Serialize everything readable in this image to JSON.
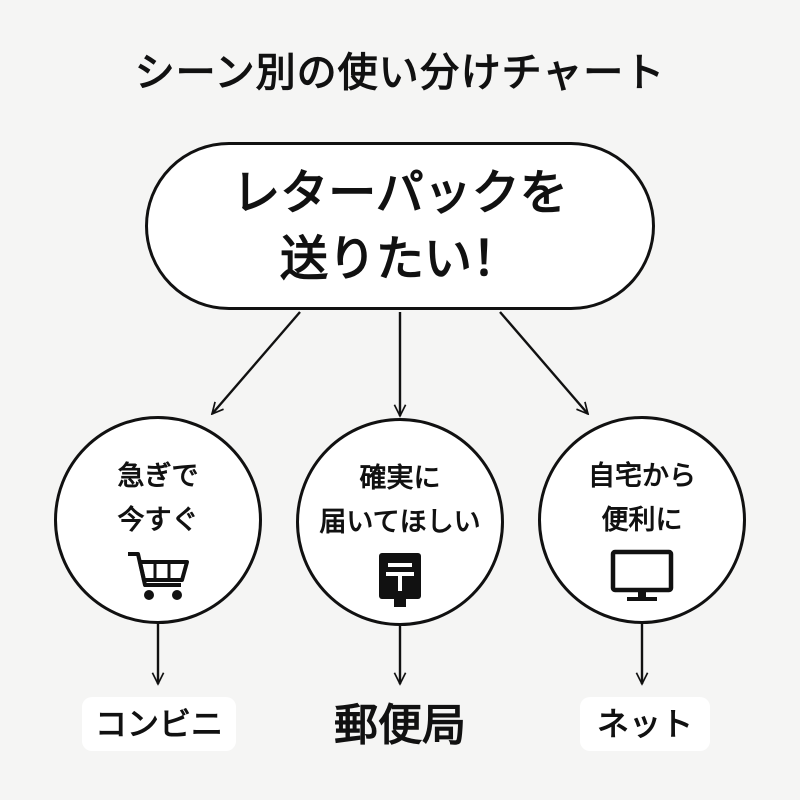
{
  "title": "シーン別の使い分けチャート",
  "question": {
    "line1": "レターパックを",
    "line2": "送りたい！"
  },
  "branches": [
    {
      "line1": "急ぎで",
      "line2": "今すぐ",
      "icon": "shopping-cart-icon",
      "result": "コンビニ"
    },
    {
      "line1": "確実に",
      "line2": "届いてほしい",
      "icon": "post-box-icon",
      "result": "郵便局"
    },
    {
      "line1": "自宅から",
      "line2": "便利に",
      "icon": "monitor-icon",
      "result": "ネット"
    }
  ],
  "colors": {
    "background": "#f5f5f4",
    "ink": "#111111",
    "node_fill": "#ffffff"
  }
}
